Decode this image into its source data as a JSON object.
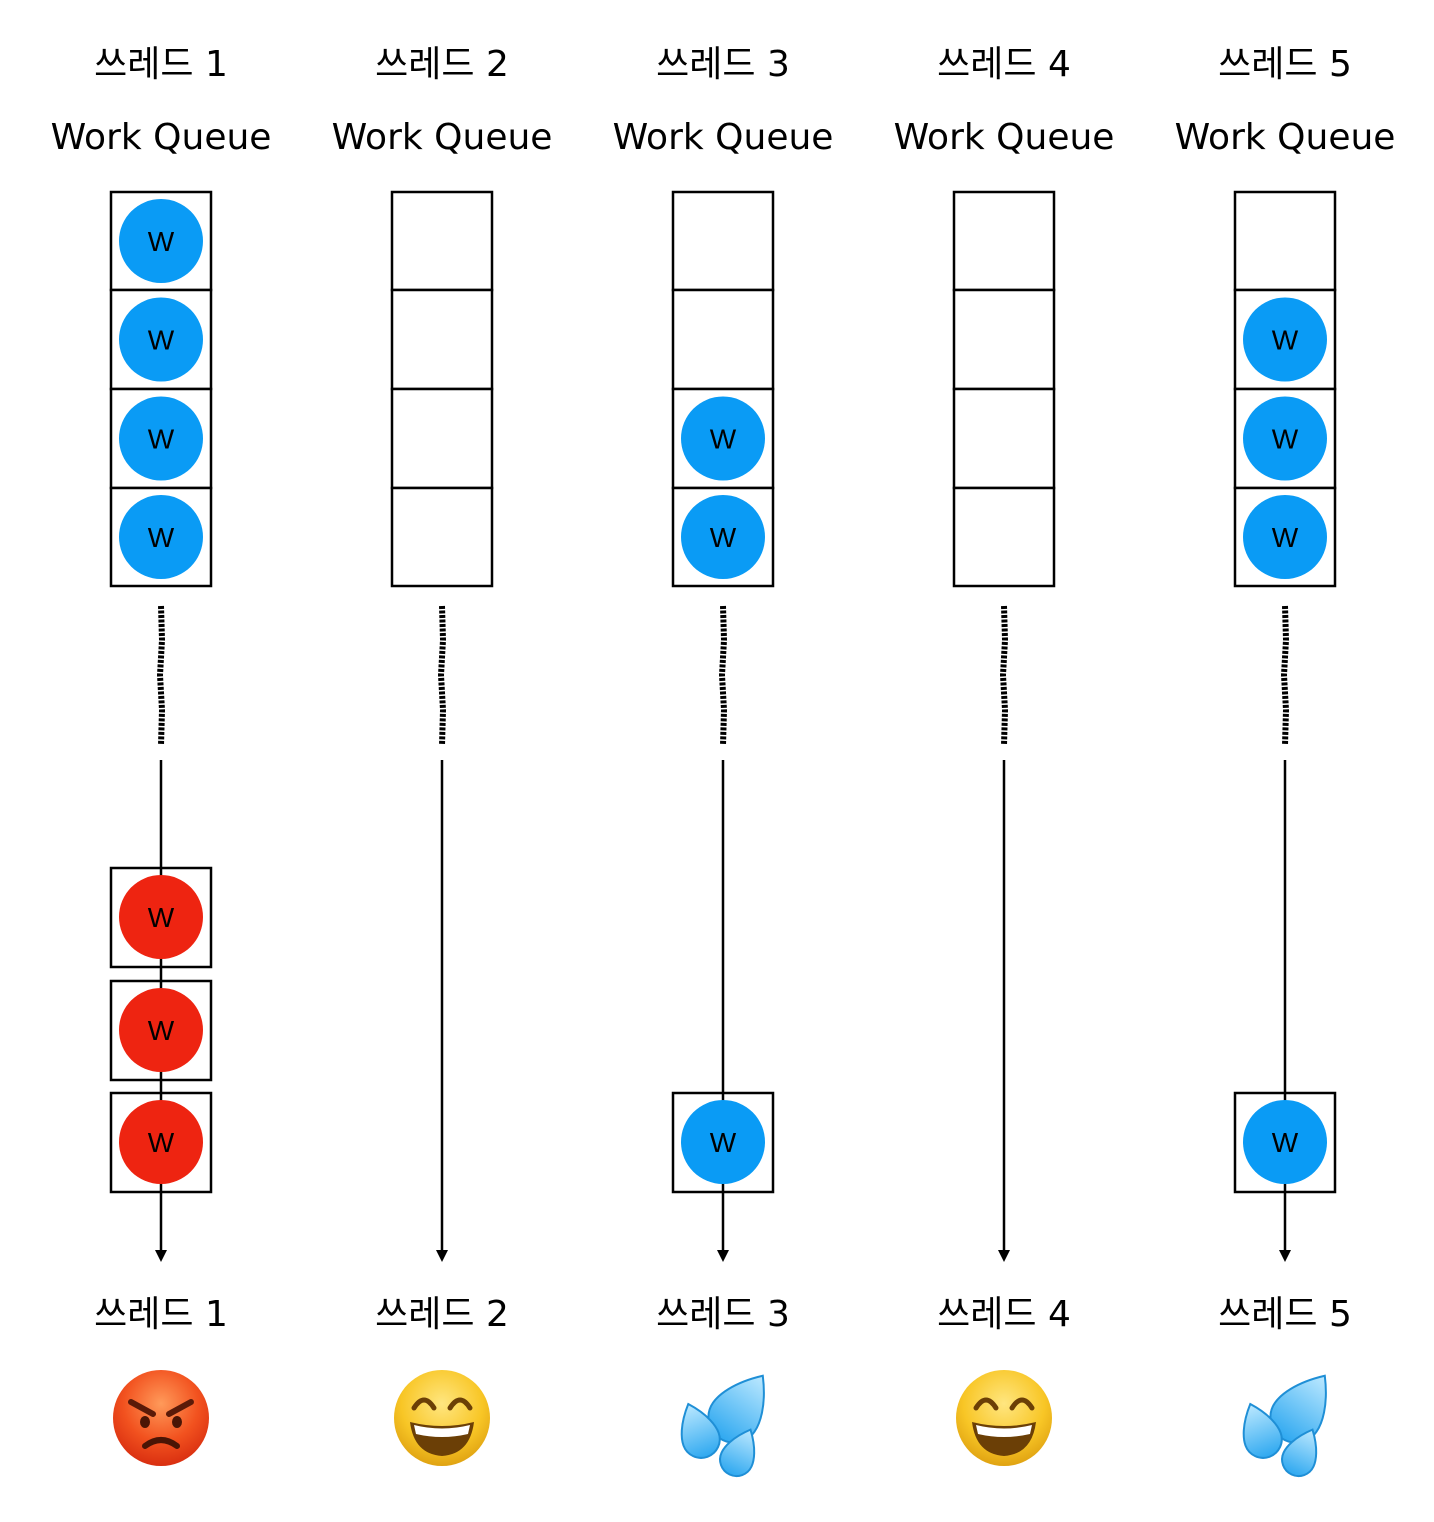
{
  "work_item_label": "W",
  "colors": {
    "normal": "#0a9bf5",
    "blocked": "#ee2411",
    "stroke": "#000000"
  },
  "threads": [
    {
      "name": "쓰레드 1",
      "queue_label": "Work Queue",
      "queue": [
        true,
        true,
        true,
        true
      ],
      "running": [
        true,
        true,
        true
      ],
      "running_state": "blocked",
      "mood": "angry-face-icon"
    },
    {
      "name": "쓰레드 2",
      "queue_label": "Work Queue",
      "queue": [
        false,
        false,
        false,
        false
      ],
      "running": [],
      "running_state": "normal",
      "mood": "grinning-face-icon"
    },
    {
      "name": "쓰레드 3",
      "queue_label": "Work Queue",
      "queue": [
        false,
        false,
        true,
        true
      ],
      "running": [
        true
      ],
      "running_state": "normal",
      "mood": "sweat-droplets-icon"
    },
    {
      "name": "쓰레드 4",
      "queue_label": "Work Queue",
      "queue": [
        false,
        false,
        false,
        false
      ],
      "running": [],
      "running_state": "normal",
      "mood": "grinning-face-icon"
    },
    {
      "name": "쓰레드 5",
      "queue_label": "Work Queue",
      "queue": [
        false,
        true,
        true,
        true
      ],
      "running": [
        true
      ],
      "running_state": "normal",
      "mood": "sweat-droplets-icon"
    }
  ]
}
